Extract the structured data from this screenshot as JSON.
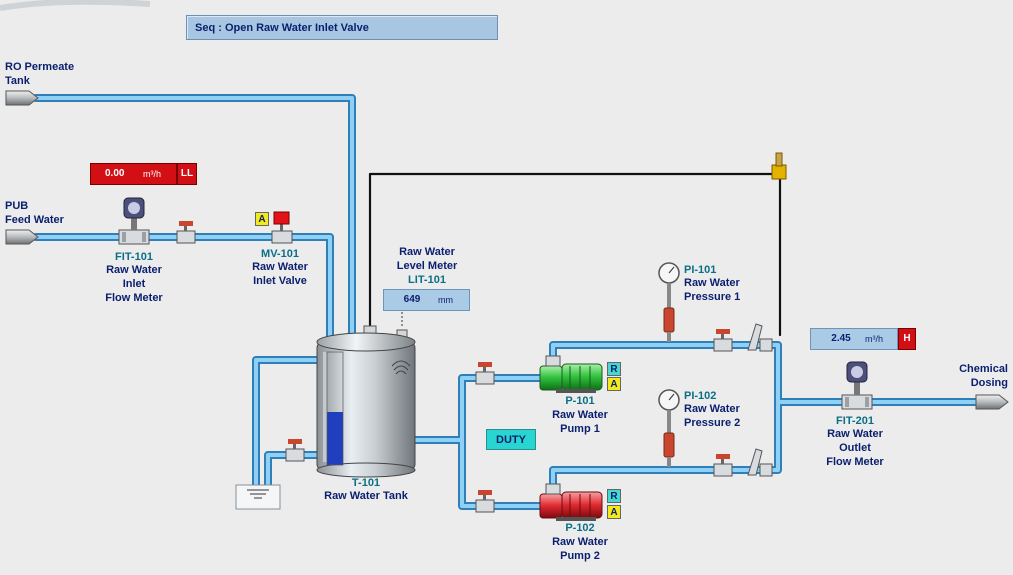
{
  "sequence": {
    "text": "Seq : Open Raw Water Inlet Valve"
  },
  "sources": {
    "ro_line1": "RO Permeate",
    "ro_line2": "Tank",
    "pub_line1": "PUB",
    "pub_line2": "Feed Water"
  },
  "destination": {
    "line1": "Chemical",
    "line2": "Dosing"
  },
  "fit101": {
    "tag": "FIT-101",
    "name_line1": "Raw Water",
    "name_line2": "Inlet",
    "name_line3": "Flow Meter",
    "value": "0.00",
    "unit": "m³/h",
    "alarm": "LL"
  },
  "mv101": {
    "tag": "MV-101",
    "name_line1": "Raw Water",
    "name_line2": "Inlet Valve",
    "mode": "A"
  },
  "lit101": {
    "name_line1": "Raw Water",
    "name_line2": "Level Meter",
    "tag": "LIT-101",
    "value": "649",
    "unit": "mm",
    "level_fraction": 0.47
  },
  "t101": {
    "tag": "T-101",
    "name": "Raw Water Tank"
  },
  "p101": {
    "tag": "P-101",
    "name_line1": "Raw Water",
    "name_line2": "Pump 1",
    "run": "R",
    "mode": "A",
    "color": "#2fbf3a"
  },
  "p102": {
    "tag": "P-102",
    "name_line1": "Raw Water",
    "name_line2": "Pump 2",
    "run": "R",
    "mode": "A",
    "color": "#e0282f"
  },
  "duty": {
    "label": "DUTY"
  },
  "pi101": {
    "tag": "PI-101",
    "name_line1": "Raw Water",
    "name_line2": "Pressure 1"
  },
  "pi102": {
    "tag": "PI-102",
    "name_line1": "Raw Water",
    "name_line2": "Pressure 2"
  },
  "fit201": {
    "tag": "FIT-201",
    "name_line1": "Raw Water",
    "name_line2": "Outlet",
    "name_line3": "Flow Meter",
    "value": "2.45",
    "unit": "m³/h",
    "alarm": "H"
  },
  "colors": {
    "pipe": "#4aa3dc",
    "pipe_highlight": "#bfe3fa",
    "alarm": "#d10f15",
    "tank_level": "#1f3fbf",
    "text_primary": "#0b1f6e",
    "text_tag": "#0a6f86"
  }
}
